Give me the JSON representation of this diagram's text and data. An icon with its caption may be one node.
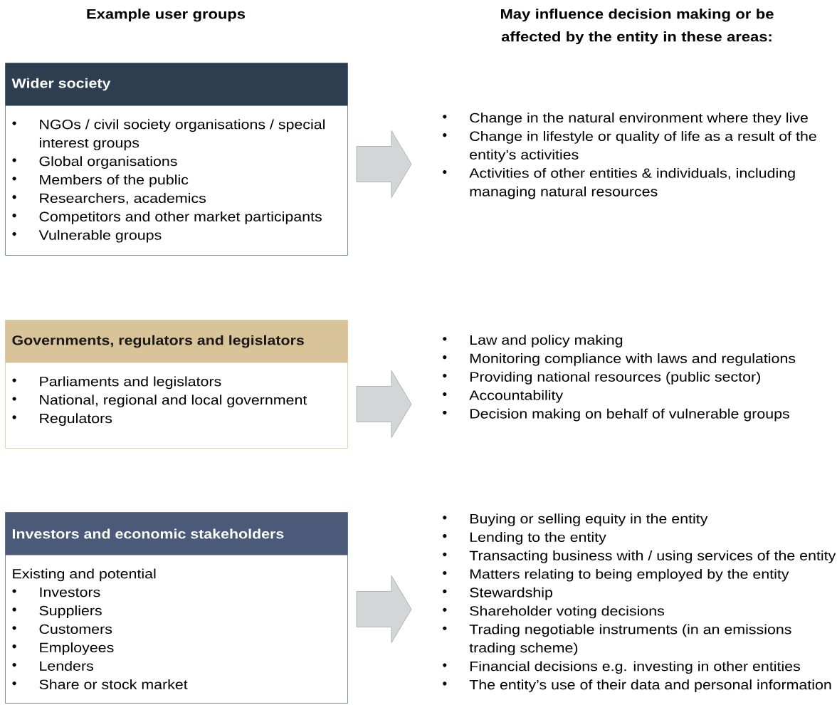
{
  "diagram": {
    "nodes": [
      {
        "text": [
          "Wider society",
          "NGOs / civil society organisations / special interest groups",
          "Global organisations",
          "Members of the public",
          "Researchers, academics",
          "Competitors and other market participants",
          "Vulnerable groups"
        ]
      },
      {
        "text": [
          "Change in the natural environment where they live",
          "Change in lifestyle or quality of life as a result of the entity’s activities",
          "Activities of other entities & individuals, including managing natural resources"
        ]
      },
      {
        "text": [
          "Governments, regulators and legislators",
          "Parliaments and legislators",
          "National, regional and local government",
          "Regulators"
        ]
      },
      {
        "text": [
          "Law and policy making",
          "Monitoring compliance with laws and regulations",
          "Providing national resources (public sector)",
          "Accountability",
          "Decision making on behalf of vulnerable groups"
        ]
      },
      {
        "text": [
          "Investors and economic stakeholders",
          "Existing and potential",
          "Investors",
          "Suppliers",
          "Customers",
          "Employees",
          "Lenders",
          "Share or stock market"
        ]
      },
      {
        "text": [
          "Buying or selling equity in the entity",
          "Lending to the entity",
          "Transacting business with / using services of the entity",
          "Matters relating to being employed by the entity",
          "Stewardship",
          "Shareholder voting decisions",
          "Trading negotiable instruments (in an emissions trading scheme)",
          "Financial decisions e.g. investing in other entities",
          "The entity’s use of their data and personal information"
        ]
      }
    ],
    "edges": [
      {
        "from": 0,
        "to": 1,
        "arrow": "to"
      },
      {
        "from": 2,
        "to": 3,
        "arrow": "to"
      },
      {
        "from": 4,
        "to": 5,
        "arrow": "to"
      }
    ],
    "labels": [
      "Example user groups",
      "May influence decision making or be affected by the entity in these areas:"
    ]
  }
}
